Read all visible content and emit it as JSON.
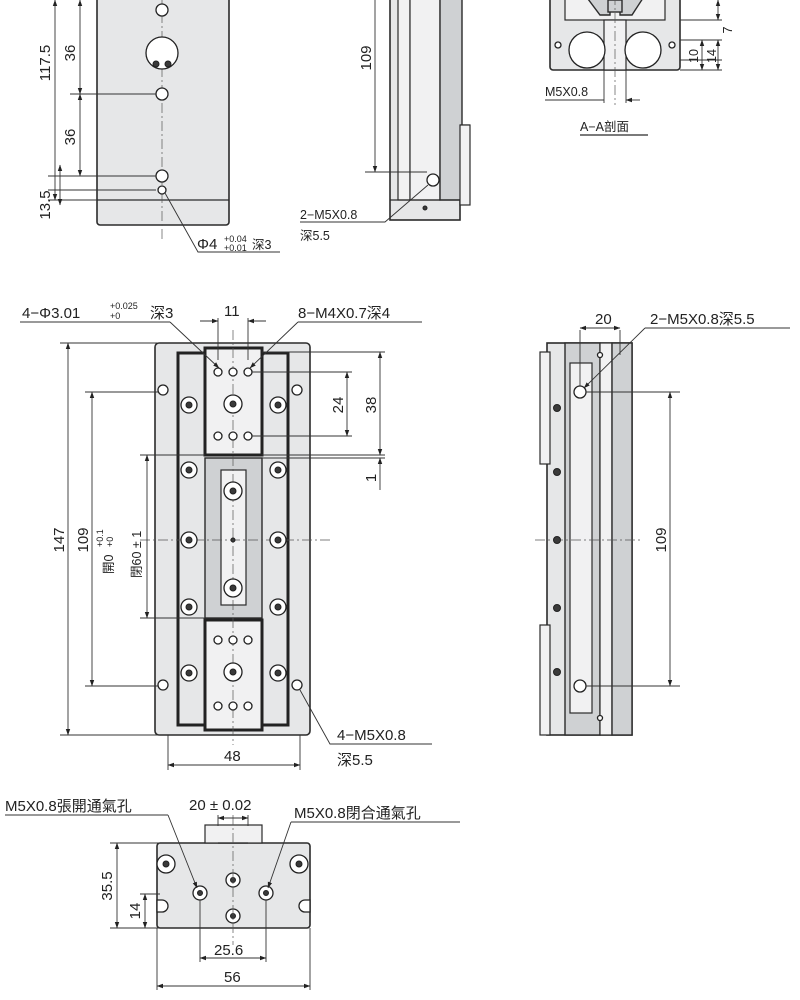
{
  "top_view": {
    "dims": [
      "117.5",
      "36",
      "36",
      "13.5"
    ],
    "note_main": "Φ4",
    "note_tol_upper": "+0.04",
    "note_tol_lower": "+0.01",
    "note_depth": "深3"
  },
  "top_side_view": {
    "dim_length": "109",
    "thread_note": "2−M5X0.8",
    "depth_note": "深5.5"
  },
  "section_view": {
    "thread_label": "M5X0.8",
    "dims": [
      "7",
      "10",
      "14"
    ],
    "title": "A−A剖面"
  },
  "main_view": {
    "pin_note_main": "4−Φ3.01",
    "pin_tol_upper": "+0.025",
    "pin_tol_lower": "+0",
    "pin_depth": "深3",
    "dim_11": "11",
    "tap_note": "8−M4X0.7深4",
    "dim_24": "24",
    "dim_38": "38",
    "dim_1": "1",
    "dim_147": "147",
    "dim_109": "109",
    "open_label": "開0",
    "open_tol_upper": "+0.1",
    "open_tol_lower": "+0",
    "close_label": "閉60 ± 1",
    "dim_48": "48",
    "bottom_thread": "4−M5X0.8",
    "bottom_depth": "深5.5"
  },
  "right_view": {
    "dim_20": "20",
    "thread_note": "2−M5X0.8深5.5",
    "dim_109": "109"
  },
  "end_view": {
    "left_port": "M5X0.8張開通氣孔",
    "width_tol": "20 ± 0.02",
    "right_port": "M5X0.8閉合通氣孔",
    "dim_35_5": "35.5",
    "dim_14": "14",
    "dim_25_6": "25.6",
    "dim_56": "56"
  }
}
